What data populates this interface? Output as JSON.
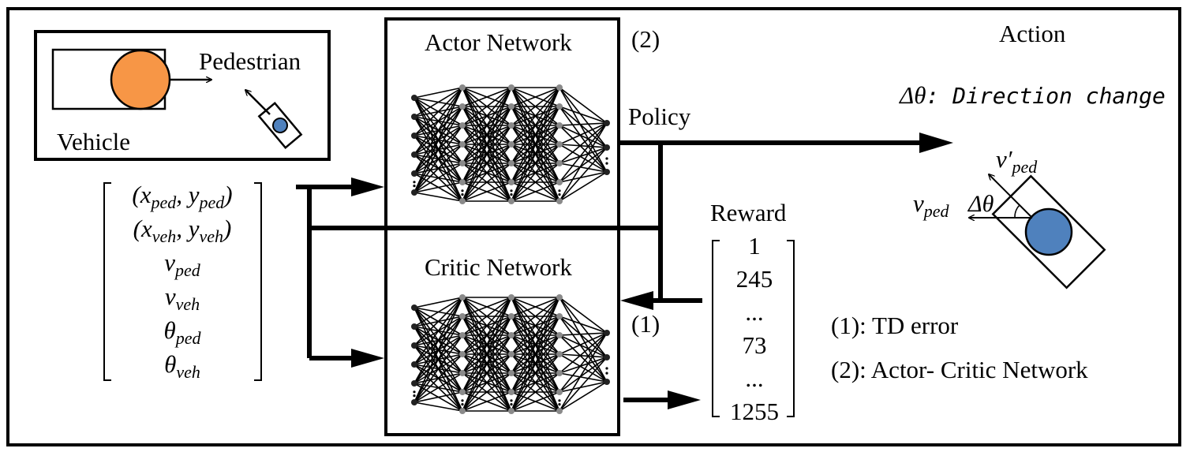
{
  "scene": {
    "vehicle_label": "Vehicle",
    "pedestrian_label": "Pedestrian"
  },
  "state_vector": {
    "rows": [
      {
        "base": "(x",
        "sub": "ped",
        "base2": ", y",
        "sub2": "ped",
        "tail": ")"
      },
      {
        "base": "(x",
        "sub": "veh",
        "base2": ", y",
        "sub2": "veh",
        "tail": ")"
      },
      {
        "base": "v",
        "sub": "ped"
      },
      {
        "base": "v",
        "sub": "veh"
      },
      {
        "base": "θ",
        "sub": "ped"
      },
      {
        "base": "θ",
        "sub": "veh"
      }
    ]
  },
  "networks": {
    "actor_title": "Actor Network",
    "critic_title": "Critic Network",
    "label_2": "(2)",
    "label_1": "(1)"
  },
  "policy_label": "Policy",
  "action": {
    "title": "Action",
    "delta": "Δθ",
    "desc": ": Direction change",
    "v_prime": "v′",
    "v_prime_sub": "ped",
    "v": "v",
    "v_sub": "ped",
    "angle": "Δθ"
  },
  "reward": {
    "title": "Reward",
    "values": [
      "1",
      "245",
      "...",
      "73",
      "...",
      "1255"
    ]
  },
  "legend": {
    "item1": "(1): TD error",
    "item2": "(2): Actor- Critic Network"
  },
  "colors": {
    "vehicle_circle": "#F79646",
    "pedestrian_circle": "#4F81BD",
    "node_dark": "#222222",
    "node_gray": "#8A8A8A"
  }
}
